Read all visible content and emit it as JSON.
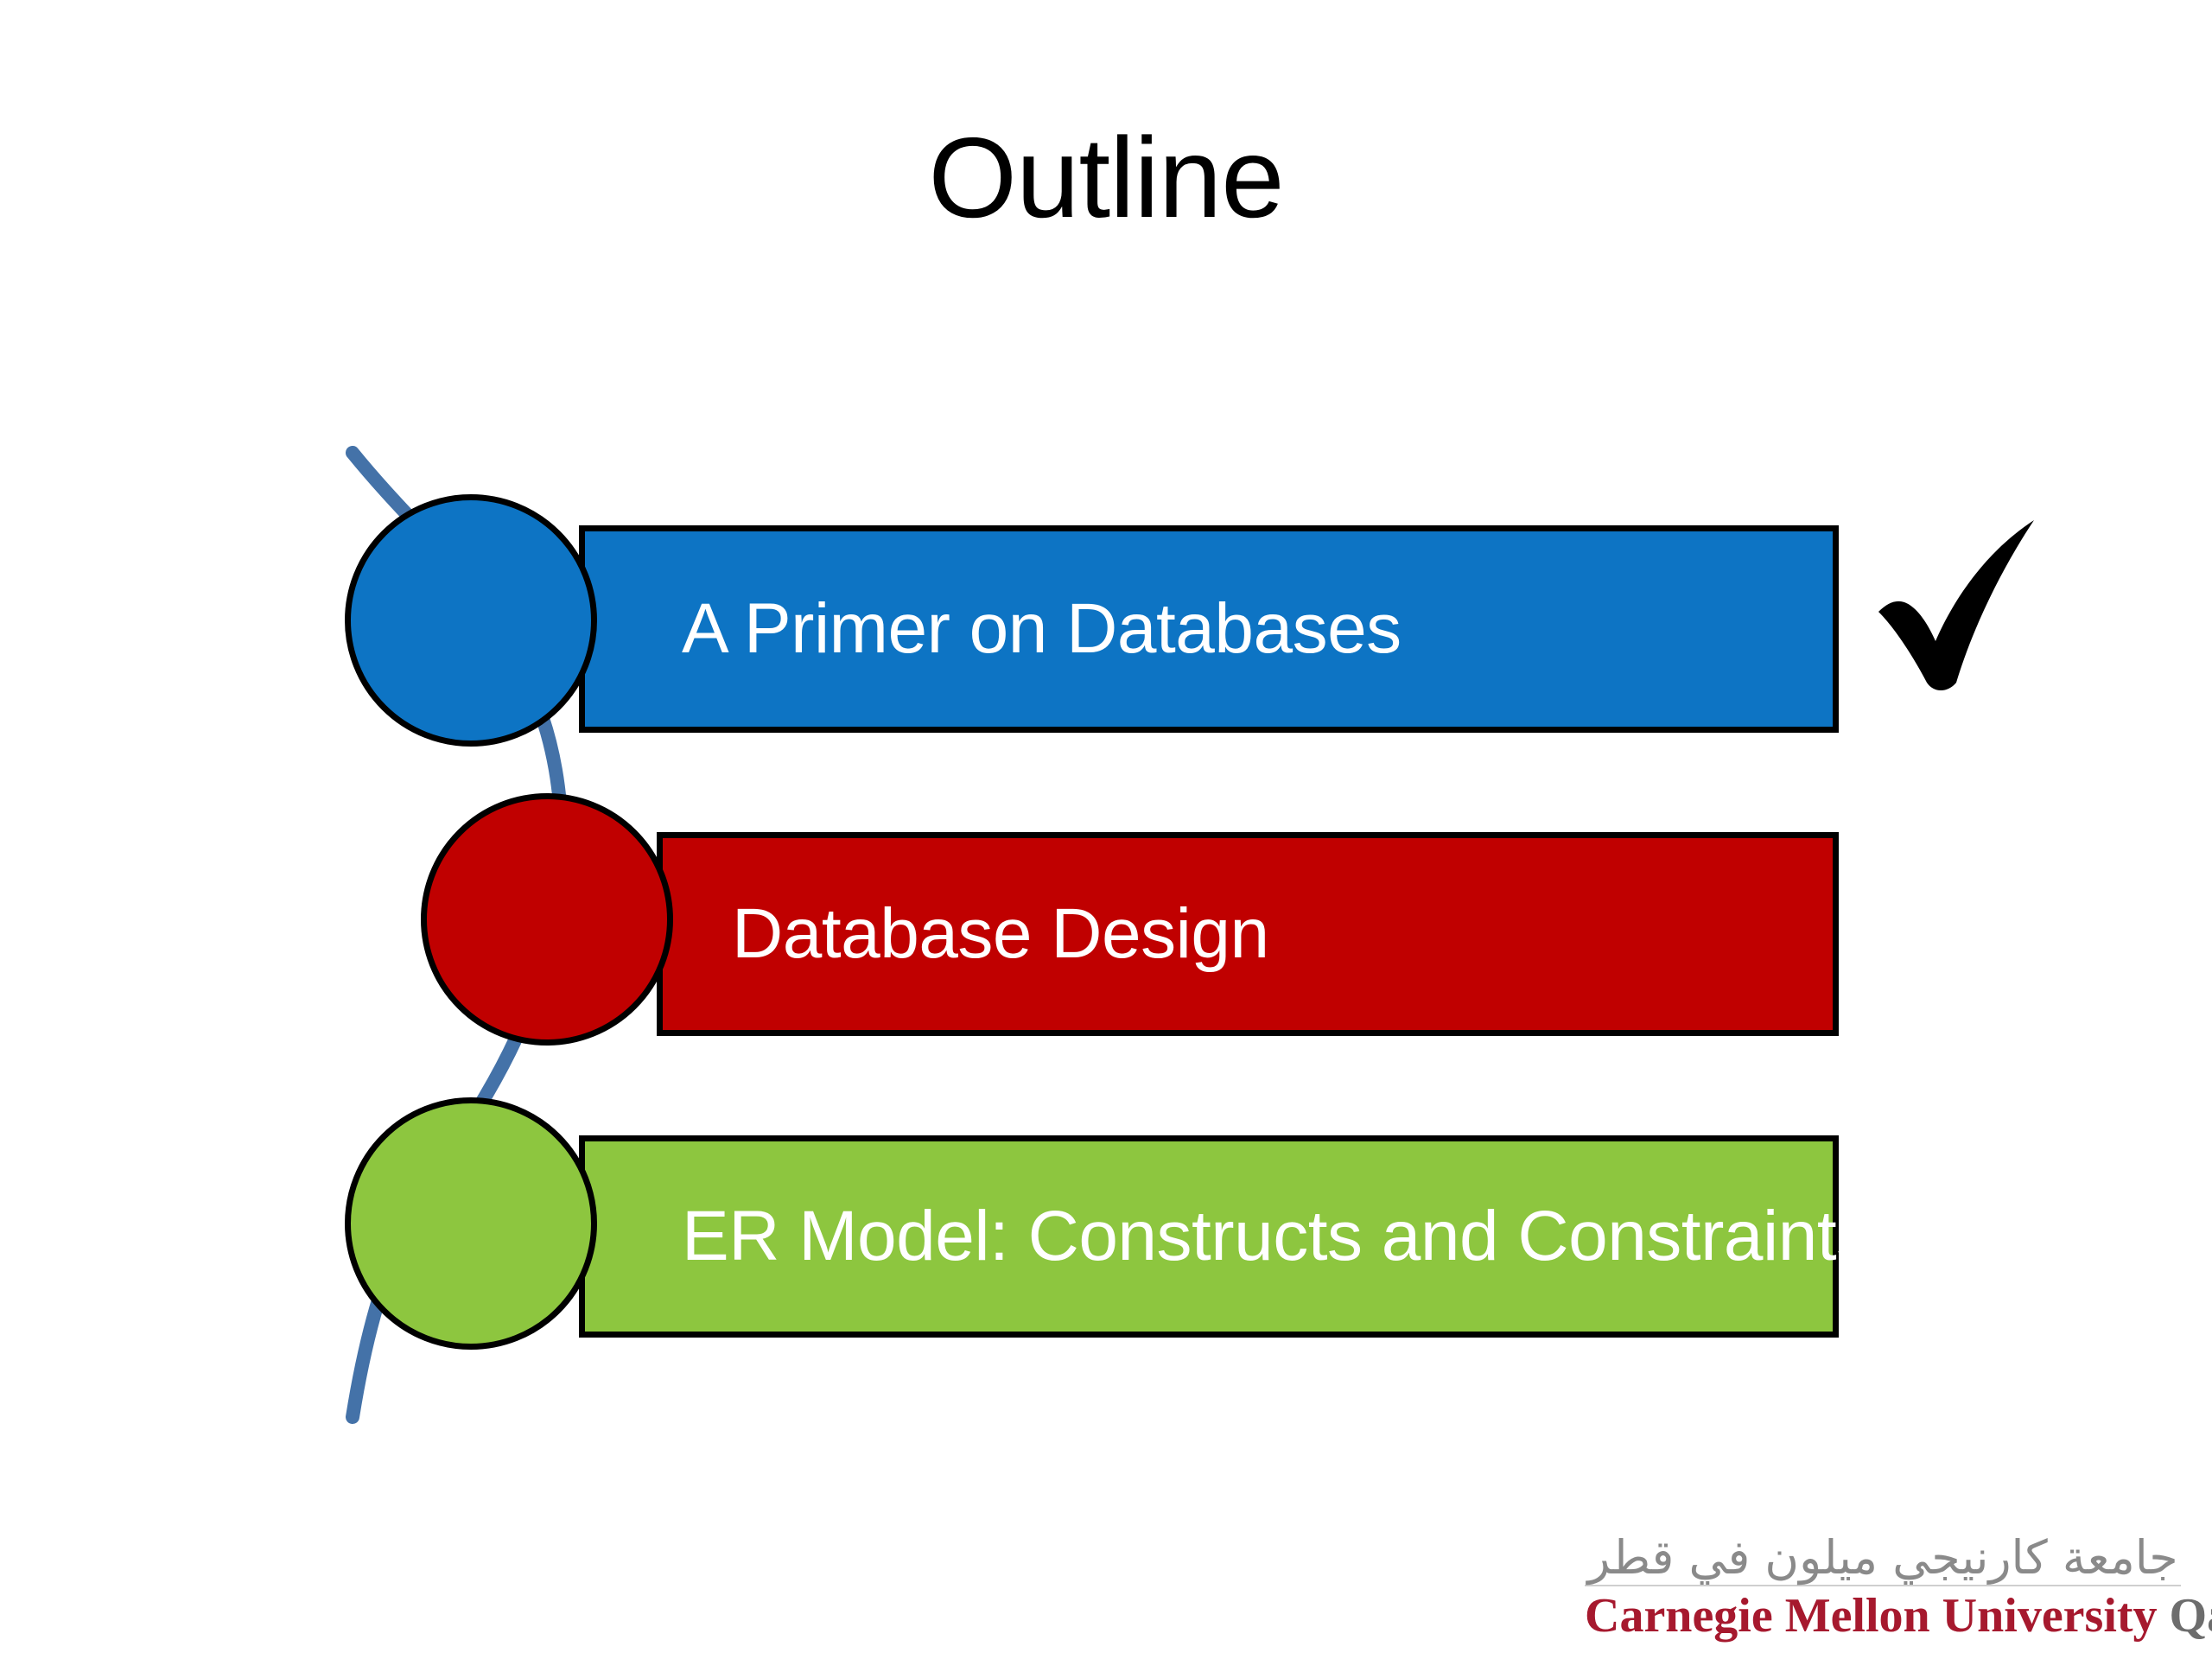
{
  "slide": {
    "title": "Outline",
    "background_color": "#FFFFFF"
  },
  "outline": {
    "items": [
      {
        "label": "A Primer on Databases",
        "color": "#0D74C4",
        "completed": true,
        "check_icon": "check-mark-icon"
      },
      {
        "label": "Database Design",
        "color": "#C00000",
        "completed": false
      },
      {
        "label": "ER Model: Constructs and Constraints",
        "color": "#8DC63F",
        "completed": false
      }
    ],
    "connector_color": "#4472A8",
    "outline_color": "#000000",
    "label_color": "#FFFFFF"
  },
  "logo": {
    "arabic": "جامعة كارنيجي ميلون في قطر",
    "name_primary": "Carnegie Mellon University",
    "name_secondary": "Qatar",
    "primary_color": "#A6192E",
    "secondary_color": "#6D6D6D"
  }
}
